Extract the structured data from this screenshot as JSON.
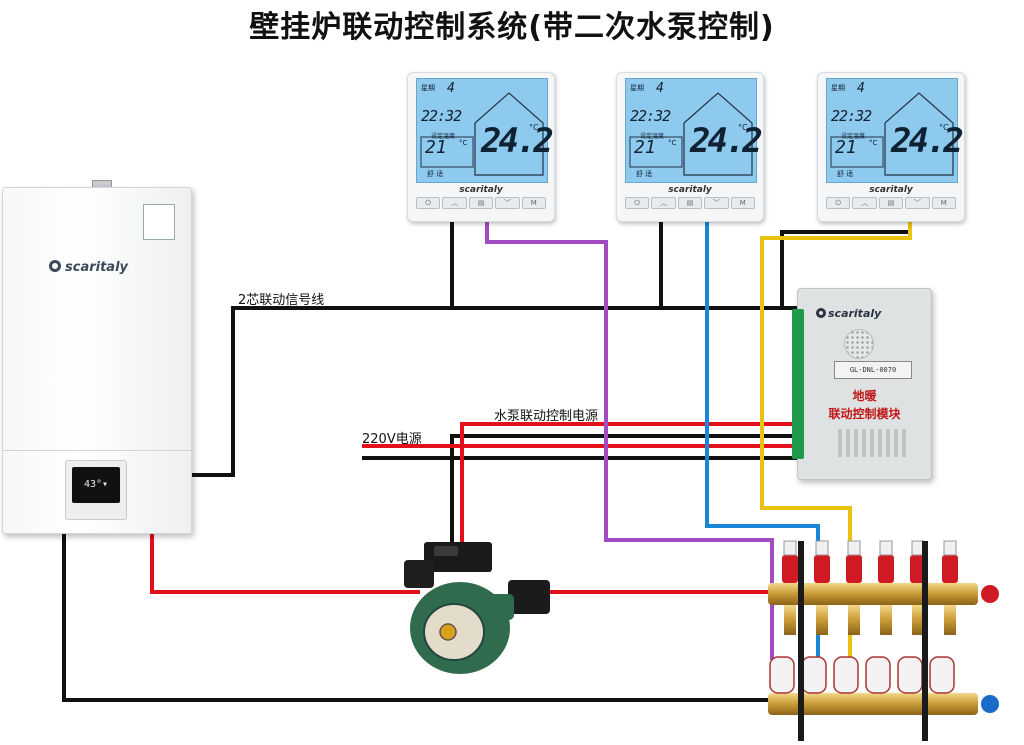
{
  "title": "壁挂炉联动控制系统(带二次水泵控制)",
  "labels": {
    "signal_line": "2芯联动信号线",
    "pump_power": "水泵联动控制电源",
    "mains_power": "220V电源"
  },
  "brand": "scaritaly",
  "thermostats": [
    {
      "day_label": "星期",
      "day": "4",
      "time": "22:32",
      "set_label": "设定温度",
      "set_temp": "21",
      "set_unit": "°C",
      "temp": "24.2",
      "unit": "°C",
      "mode": "舒 适",
      "buttons": [
        "⏻",
        "︿",
        "▤",
        "﹀",
        "M"
      ]
    },
    {
      "day_label": "星期",
      "day": "4",
      "time": "22:32",
      "set_label": "设定温度",
      "set_temp": "21",
      "set_unit": "°C",
      "temp": "24.2",
      "unit": "°C",
      "mode": "舒 适",
      "buttons": [
        "⏻",
        "︿",
        "▤",
        "﹀",
        "M"
      ]
    },
    {
      "day_label": "星期",
      "day": "4",
      "time": "22:32",
      "set_label": "设定温度",
      "set_temp": "21",
      "set_unit": "°C",
      "temp": "24.2",
      "unit": "°C",
      "mode": "舒 适",
      "buttons": [
        "⏻",
        "︿",
        "▤",
        "﹀",
        "M"
      ]
    }
  ],
  "boiler": {
    "display": "43°▾"
  },
  "module": {
    "model": "GL-DNL-0070",
    "title_line1": "地暖",
    "title_line2": "联动控制模块"
  },
  "wire_colors": {
    "black": "#111111",
    "red": "#e3101c",
    "purple": "#a24cc4",
    "blue": "#1a86d8",
    "yellow": "#e8c410"
  },
  "icons": [
    "thermostat-icon",
    "boiler-icon",
    "control-module-icon",
    "water-pump-icon",
    "manifold-icon"
  ]
}
